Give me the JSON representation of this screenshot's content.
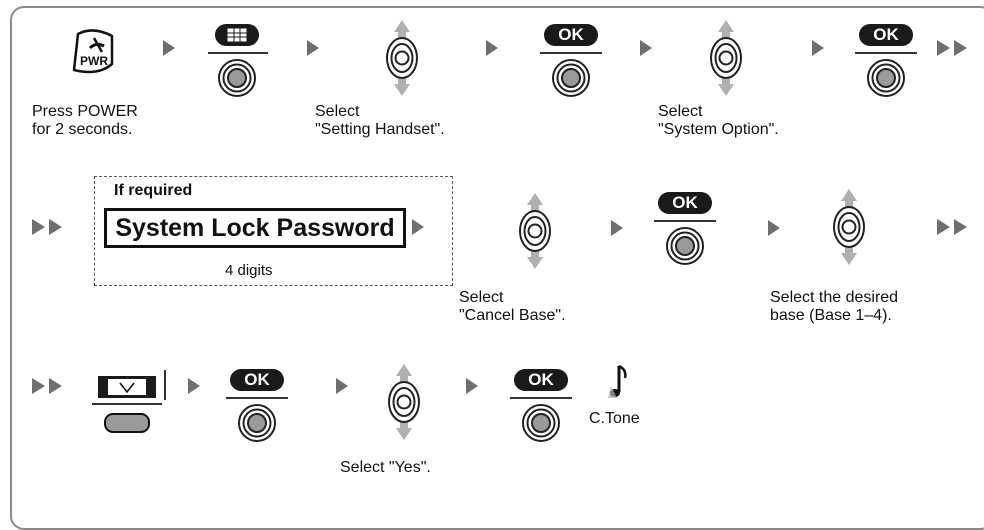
{
  "labels": {
    "power_key": "PWR",
    "ok": "OK",
    "press_power_1": "Press POWER",
    "press_power_2": "for 2 seconds.",
    "select_handset_1": "Select",
    "select_handset_2": "\"Setting Handset\".",
    "select_option_1": "Select",
    "select_option_2": "\"System Option\".",
    "if_required": "If required",
    "password": "System Lock Password",
    "digits": "4 digits",
    "select_cancel_1": "Select",
    "select_cancel_2": "\"Cancel Base\".",
    "select_base_1": "Select the desired",
    "select_base_2": "base (Base 1–4).",
    "select_yes": "Select \"Yes\".",
    "ctone": "C.Tone"
  },
  "icons": {
    "power": "power-key-icon",
    "menu": "menu-key-icon",
    "navigator": "navigator-key-icon",
    "joystick": "joystick-button-icon",
    "soft_key": "soft-key-icon",
    "check": "check-mark-icon",
    "tone": "confirmation-tone-icon"
  },
  "colors": {
    "arrow_gray": "#6f6f6f",
    "key_dark": "#1a1a1a",
    "key_gray": "#9a9a9a"
  }
}
